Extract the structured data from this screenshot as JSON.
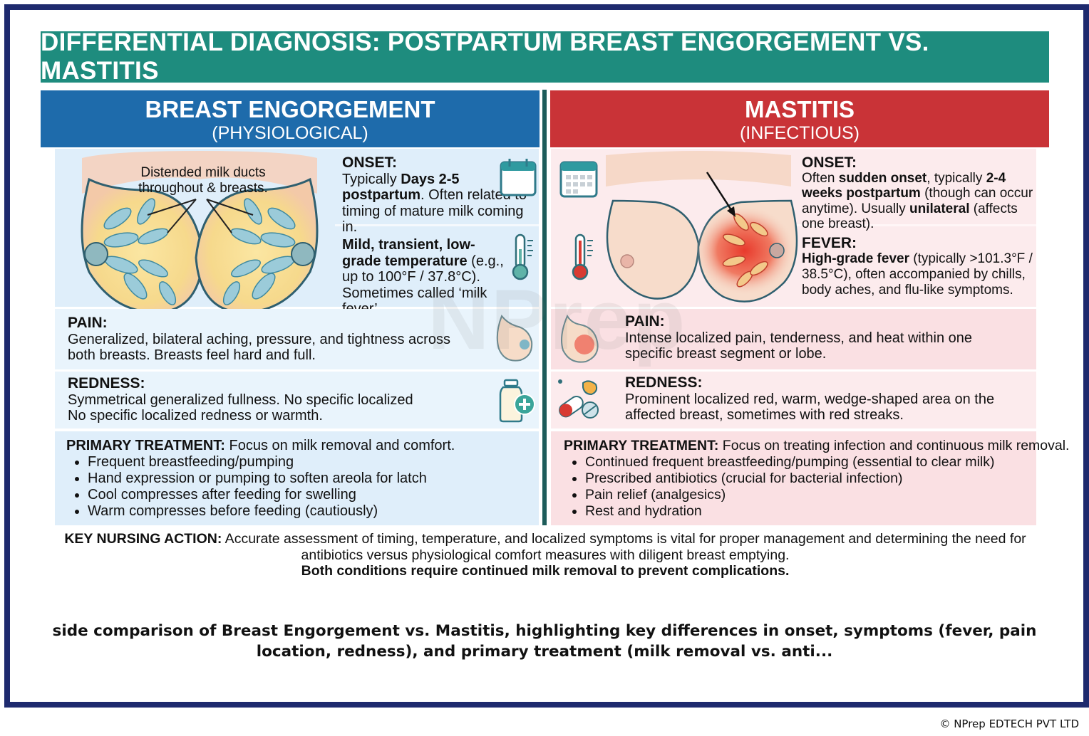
{
  "title": "DIFFERENTIAL DIAGNOSIS: POSTPARTUM BREAST ENGORGEMENT VS. MASTITIS",
  "left": {
    "heading": "BREAST ENGORGEMENT",
    "subheading": "(PHYSIOLOGICAL)",
    "illustration_label_1": "Distended milk ducts",
    "illustration_label_2": "throughout & breasts.",
    "onset": {
      "label": "ONSET:",
      "text_1": "Typically ",
      "text_bold": "Days 2-5 postpartum",
      "text_2": ". Often related to timing of mature milk coming in."
    },
    "fever": {
      "text_bold": "Mild, transient, low-grade temperature",
      "text": " (e.g., up to 100°F / 37.8°C). Sometimes called ‘milk fever’."
    },
    "pain": {
      "label": "PAIN:",
      "text": "Generalized, bilateral aching, pressure, and tightness across both breasts. Breasts feel hard and full."
    },
    "redness": {
      "label": "REDNESS:",
      "line_1": "Symmetrical generalized fullness. No specific localized",
      "line_2": "No specific localized redness or warmth."
    },
    "treatment": {
      "label": "PRIMARY TREATMENT:",
      "intro": " Focus on milk removal and comfort.",
      "items": [
        "Frequent breastfeeding/pumping",
        "Hand expression or pumping to soften areola for latch",
        "Cool compresses after feeding for swelling",
        "Warm compresses before feeding (cautiously)"
      ]
    }
  },
  "right": {
    "heading": "MASTITIS",
    "subheading": "(INFECTIOUS)",
    "onset": {
      "label": "ONSET:",
      "text_1": "Often ",
      "text_bold_1": "sudden onset",
      "text_2": ", typically ",
      "text_bold_2": "2-4 weeks postpartum",
      "text_3": " (though can occur anytime). Usually ",
      "text_bold_3": "unilateral",
      "text_4": " (affects one breast)."
    },
    "fever": {
      "label": "FEVER:",
      "text_bold": "High-grade fever",
      "text": " (typically >101.3°F / 38.5°C), often accompanied by chills, body aches, and flu-like symptoms."
    },
    "pain": {
      "label": "PAIN:",
      "text": "Intense localized pain, tenderness, and heat within one specific breast segment or lobe."
    },
    "redness": {
      "label": "REDNESS:",
      "text": "Prominent localized red, warm, wedge-shaped area on the affected breast, sometimes with red streaks."
    },
    "treatment": {
      "label": "PRIMARY TREATMENT:",
      "intro": " Focus on treating infection and continuous milk removal.",
      "items": [
        "Continued frequent breastfeeding/pumping (essential to clear milk)",
        "Prescribed antibiotics (crucial for bacterial infection)",
        "Pain relief (analgesics)",
        "Rest and hydration"
      ]
    }
  },
  "key_action": {
    "label": "KEY NURSING ACTION:",
    "text": " Accurate assessment of timing, temperature, and localized symptoms is vital for proper management and determining the need for antibiotics versus physiological comfort measures with diligent breast emptying.",
    "bold_line": "Both conditions require continued milk removal to prevent complications."
  },
  "watermark": "NPrep",
  "caption": "side comparison of Breast Engorgement vs. Mastitis, highlighting key differences in onset, symptoms (fever, pain location, redness), and primary treatment (milk removal vs. anti...",
  "copyright": "© NPrep EDTECH PVT LTD",
  "colors": {
    "title_bg": "#1e8c7e",
    "left_header": "#1e6bab",
    "right_header": "#c93337",
    "frame": "#1e2a6e"
  }
}
